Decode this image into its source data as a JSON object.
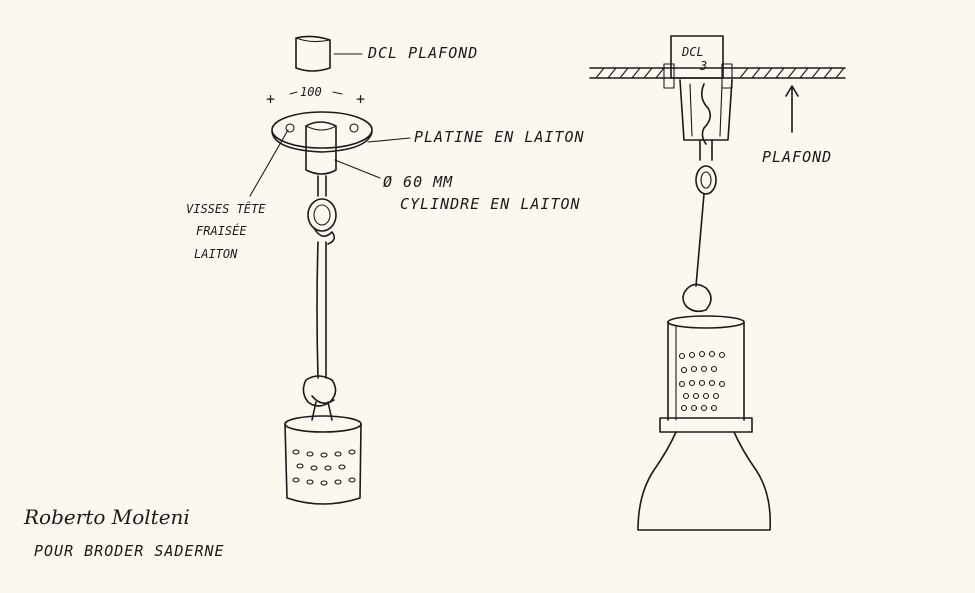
{
  "left_sketch": {
    "dcl_label": "DCL PLAFOND",
    "dimension": "100",
    "plus_left": "+",
    "plus_right": "+",
    "plate_label": "PLATINE EN LAITON",
    "diameter_label": "Ø 60 MM",
    "cylinder_label": "CYLINDRE EN LAITON",
    "screws_label_1": "VISSES TÊTE",
    "screws_label_2": "FRAISÉE",
    "screws_label_3": "LAITON"
  },
  "right_sketch": {
    "box_label": "DCL",
    "box_sublabel": "3",
    "ceiling_label": "PLAFOND"
  },
  "signature": {
    "name": "Roberto Molteni",
    "for_line": "POUR BRODER SADERNE"
  }
}
